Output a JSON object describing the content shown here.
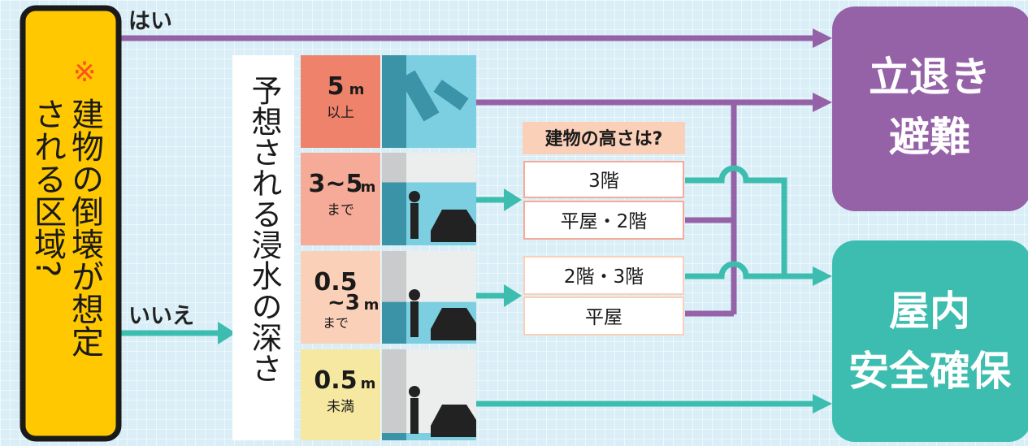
{
  "question": {
    "mark": "※",
    "line1": "建物の倒壊が想定",
    "line2": "される区域?"
  },
  "answers": {
    "yes": "はい",
    "no": "いいえ"
  },
  "depth_label": "予想される浸水の深さ",
  "depths": [
    {
      "value": "5",
      "unit": "m",
      "suffix": "以上",
      "color": "#ee826a"
    },
    {
      "value": "3~5",
      "unit": "m",
      "suffix": "まで",
      "color": "#f6ab98"
    },
    {
      "value": "0.5",
      "sub": "~3",
      "unit": "m",
      "suffix": "まで",
      "color": "#fbd0b8"
    },
    {
      "value": "0.5",
      "unit": "m",
      "suffix": "未満",
      "color": "#f6e8a0"
    }
  ],
  "height_question": "建物の高さは?",
  "height_options_high": [
    "3階",
    "平屋・2階"
  ],
  "height_options_mid": [
    "2階・3階",
    "平屋"
  ],
  "outcomes": {
    "evacuate": {
      "line1": "立退き",
      "line2": "避難",
      "color": "#9562a8"
    },
    "indoor": {
      "line1": "屋内",
      "line2": "安全確保",
      "color": "#3cbdaf"
    }
  },
  "colors": {
    "purple": "#9562a8",
    "teal": "#3cbdaf",
    "question_box": "#ffc800",
    "alert": "#ff4f1f"
  }
}
